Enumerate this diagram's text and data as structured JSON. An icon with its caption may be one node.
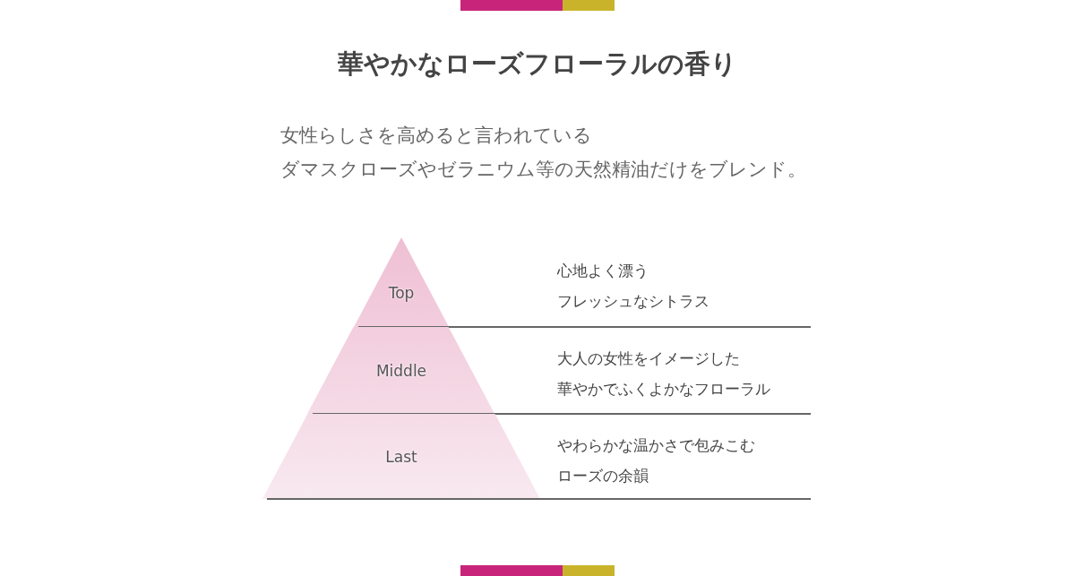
{
  "diagram": {
    "title": "華やかなローズフローラルの香り",
    "nodes": [
      {
        "text": [
          "Top"
        ],
        "beside": [
          "心地よく漂う",
          "フレッシュなシトラス"
        ]
      },
      {
        "text": [
          "Middle"
        ],
        "beside": [
          "大人の女性をイメージした",
          "華やかでふくよかなフローラル"
        ]
      },
      {
        "text": [
          "Last"
        ],
        "beside": [
          "やわらかな温かさで包みこむ",
          "ローズの余韻"
        ]
      }
    ],
    "labels": [
      "女性らしさを高めると言われている",
      "ダマスクローズやゼラニウム等の天然精油だけをブレンド。"
    ]
  }
}
